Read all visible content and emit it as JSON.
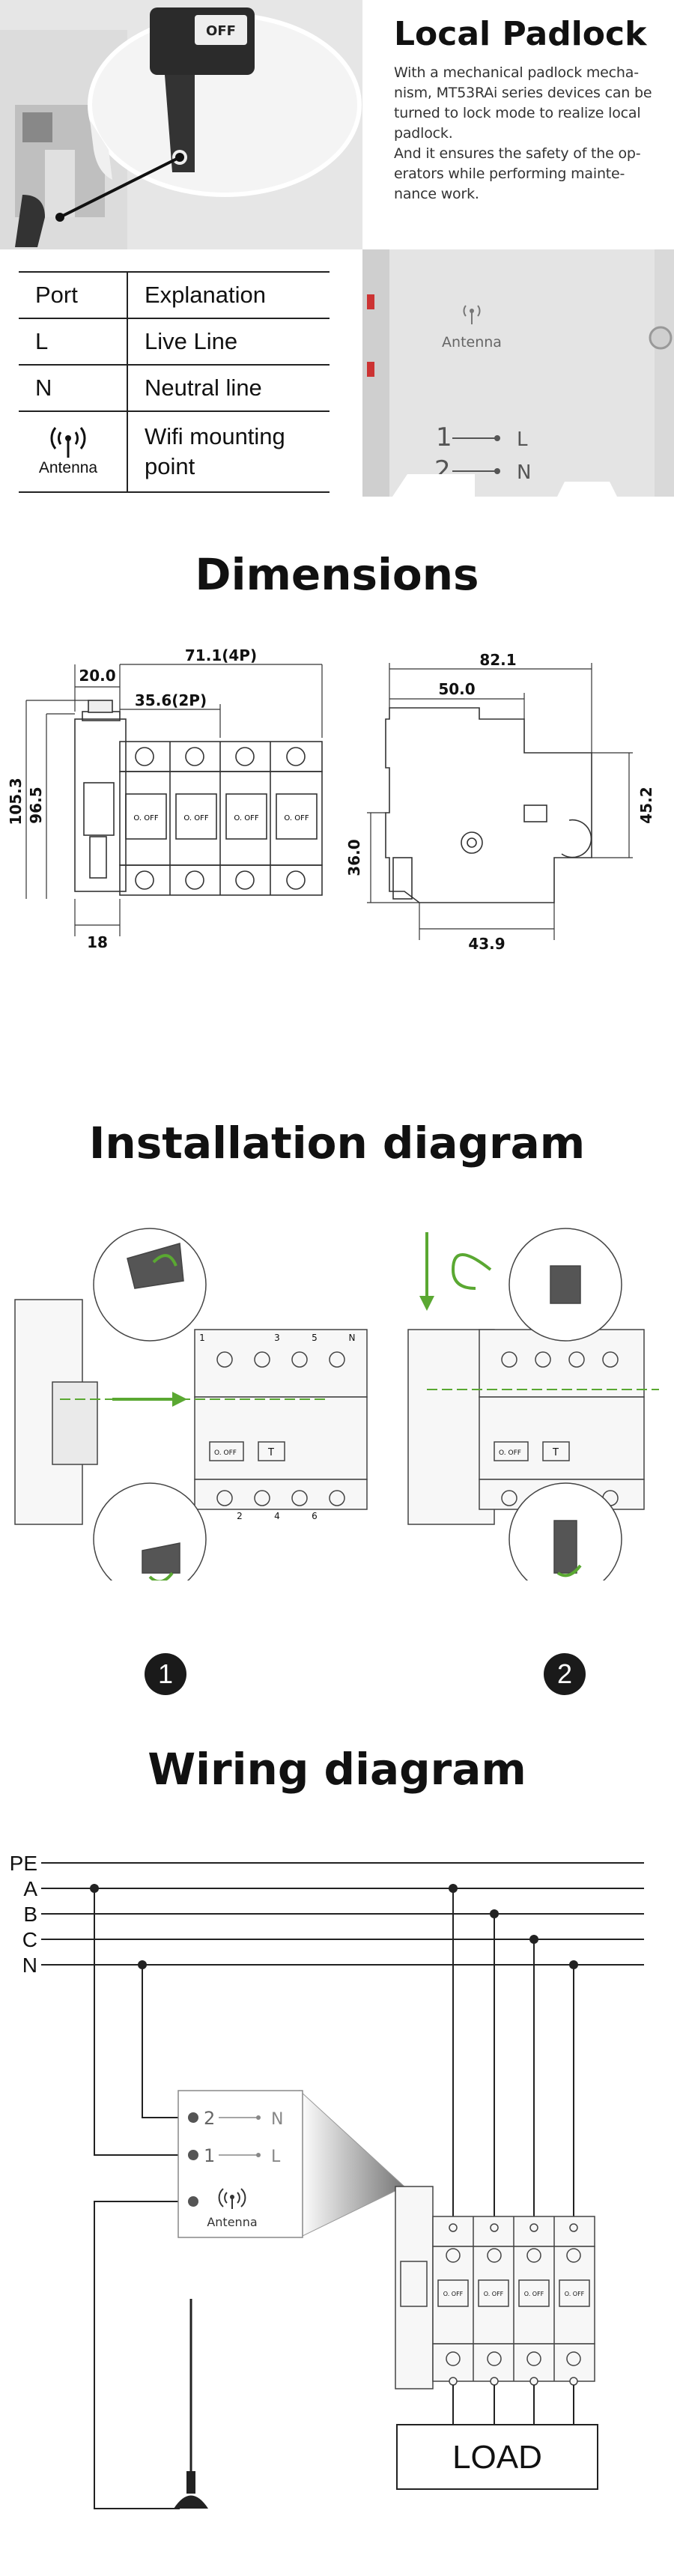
{
  "padlock": {
    "title": "Local Padlock",
    "lines": [
      "With a mechanical padlock mecha-",
      "nism, MT53RAi series devices can be",
      "turned to lock mode to realize local",
      "padlock.",
      "And it ensures the safety of the op-",
      "erators while performing mainte-",
      "nance work."
    ],
    "photo_label": "OFF"
  },
  "ports": {
    "header": [
      "Port",
      "Explanation"
    ],
    "rows": [
      {
        "port": "L",
        "explanation": "Live Line"
      },
      {
        "port": "N",
        "explanation": "Neutral line"
      },
      {
        "port_icon": "antenna-icon",
        "port": "Antenna",
        "explanation_lines": [
          "Wifi mounting",
          "point"
        ]
      }
    ],
    "photo": {
      "antenna_label": "Antenna",
      "line1": "1",
      "line1_label": "L",
      "line2": "2",
      "line2_label": "N"
    }
  },
  "dimensions": {
    "title": "Dimensions",
    "front": {
      "w4p": "71.1(4P)",
      "w2p": "35.6(2P)",
      "top_offset": "20.0",
      "h_total": "105.3",
      "h_body": "96.5",
      "bottom": "18",
      "off_label": "O. OFF"
    },
    "side": {
      "w_total": "82.1",
      "w_top": "50.0",
      "h_left": "36.0",
      "h_right": "45.2",
      "w_bottom": "43.9"
    }
  },
  "installation": {
    "title": "Installation diagram",
    "steps": [
      "1",
      "2"
    ],
    "off_label": "O. OFF",
    "btn_label": "T",
    "terminal_numbers": [
      "1",
      "3",
      "5",
      "N",
      "2",
      "4",
      "6"
    ]
  },
  "wiring": {
    "title": "Wiring diagram",
    "bus_labels": [
      "PE",
      "A",
      "B",
      "C",
      "N"
    ],
    "callout": {
      "row1_num": "2",
      "row1_label": "N",
      "row2_num": "1",
      "row2_label": "L",
      "antenna_label": "Antenna"
    },
    "load_label": "LOAD",
    "off_label": "O. OFF",
    "colors": {
      "line": "#222222",
      "green": "#5aa832"
    }
  }
}
